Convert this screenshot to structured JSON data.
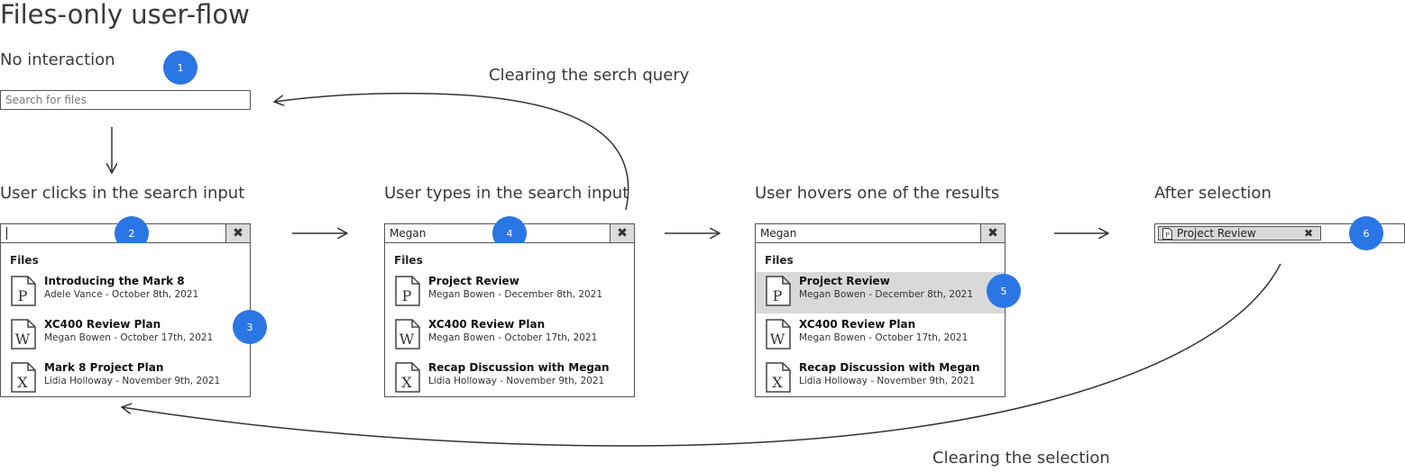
{
  "title": "Files-only user-flow",
  "flow_labels": {
    "clear_query": "Clearing the serch query",
    "clear_selection": "Clearing the selection"
  },
  "steps": {
    "no_interaction": {
      "label": "No interaction",
      "placeholder": "Search for files",
      "badge": "1"
    },
    "clicks": {
      "label": "User clicks in the search input",
      "query": "",
      "badges": [
        "2",
        "3"
      ],
      "section": "Files",
      "results": [
        {
          "name": "Introducing the Mark 8",
          "meta": "Adele Vance - October 8th, 2021",
          "type": "P"
        },
        {
          "name": "XC400 Review Plan",
          "meta": "Megan Bowen - October 17th, 2021",
          "type": "W"
        },
        {
          "name": "Mark 8 Project Plan",
          "meta": "Lidia Holloway - November 9th, 2021",
          "type": "X"
        }
      ]
    },
    "types": {
      "label": "User types in the search input",
      "query": "Megan",
      "badge": "4",
      "section": "Files",
      "results": [
        {
          "name": "Project Review",
          "meta": "Megan Bowen - December 8th, 2021",
          "type": "P"
        },
        {
          "name": "XC400 Review Plan",
          "meta": "Megan Bowen - October 17th, 2021",
          "type": "W"
        },
        {
          "name": "Recap Discussion with Megan",
          "meta": "Lidia Holloway - November 9th, 2021",
          "type": "X"
        }
      ]
    },
    "hovers": {
      "label": "User hovers one of the results",
      "query": "Megan",
      "badge": "5",
      "section": "Files",
      "results": [
        {
          "name": "Project Review",
          "meta": "Megan Bowen - December 8th, 2021",
          "type": "P"
        },
        {
          "name": "XC400 Review Plan",
          "meta": "Megan Bowen - October 17th, 2021",
          "type": "W"
        },
        {
          "name": "Recap Discussion with Megan",
          "meta": "Lidia Holloway - November 9th, 2021",
          "type": "X"
        }
      ]
    },
    "selection": {
      "label": "After selection",
      "chip": "Project Review",
      "chip_type": "P",
      "badge": "6"
    }
  },
  "clear_glyph": "✖",
  "colors": {
    "badge": "#2b76e5",
    "hover": "#d9d9d9",
    "clear_button": "#dcdcdc"
  }
}
